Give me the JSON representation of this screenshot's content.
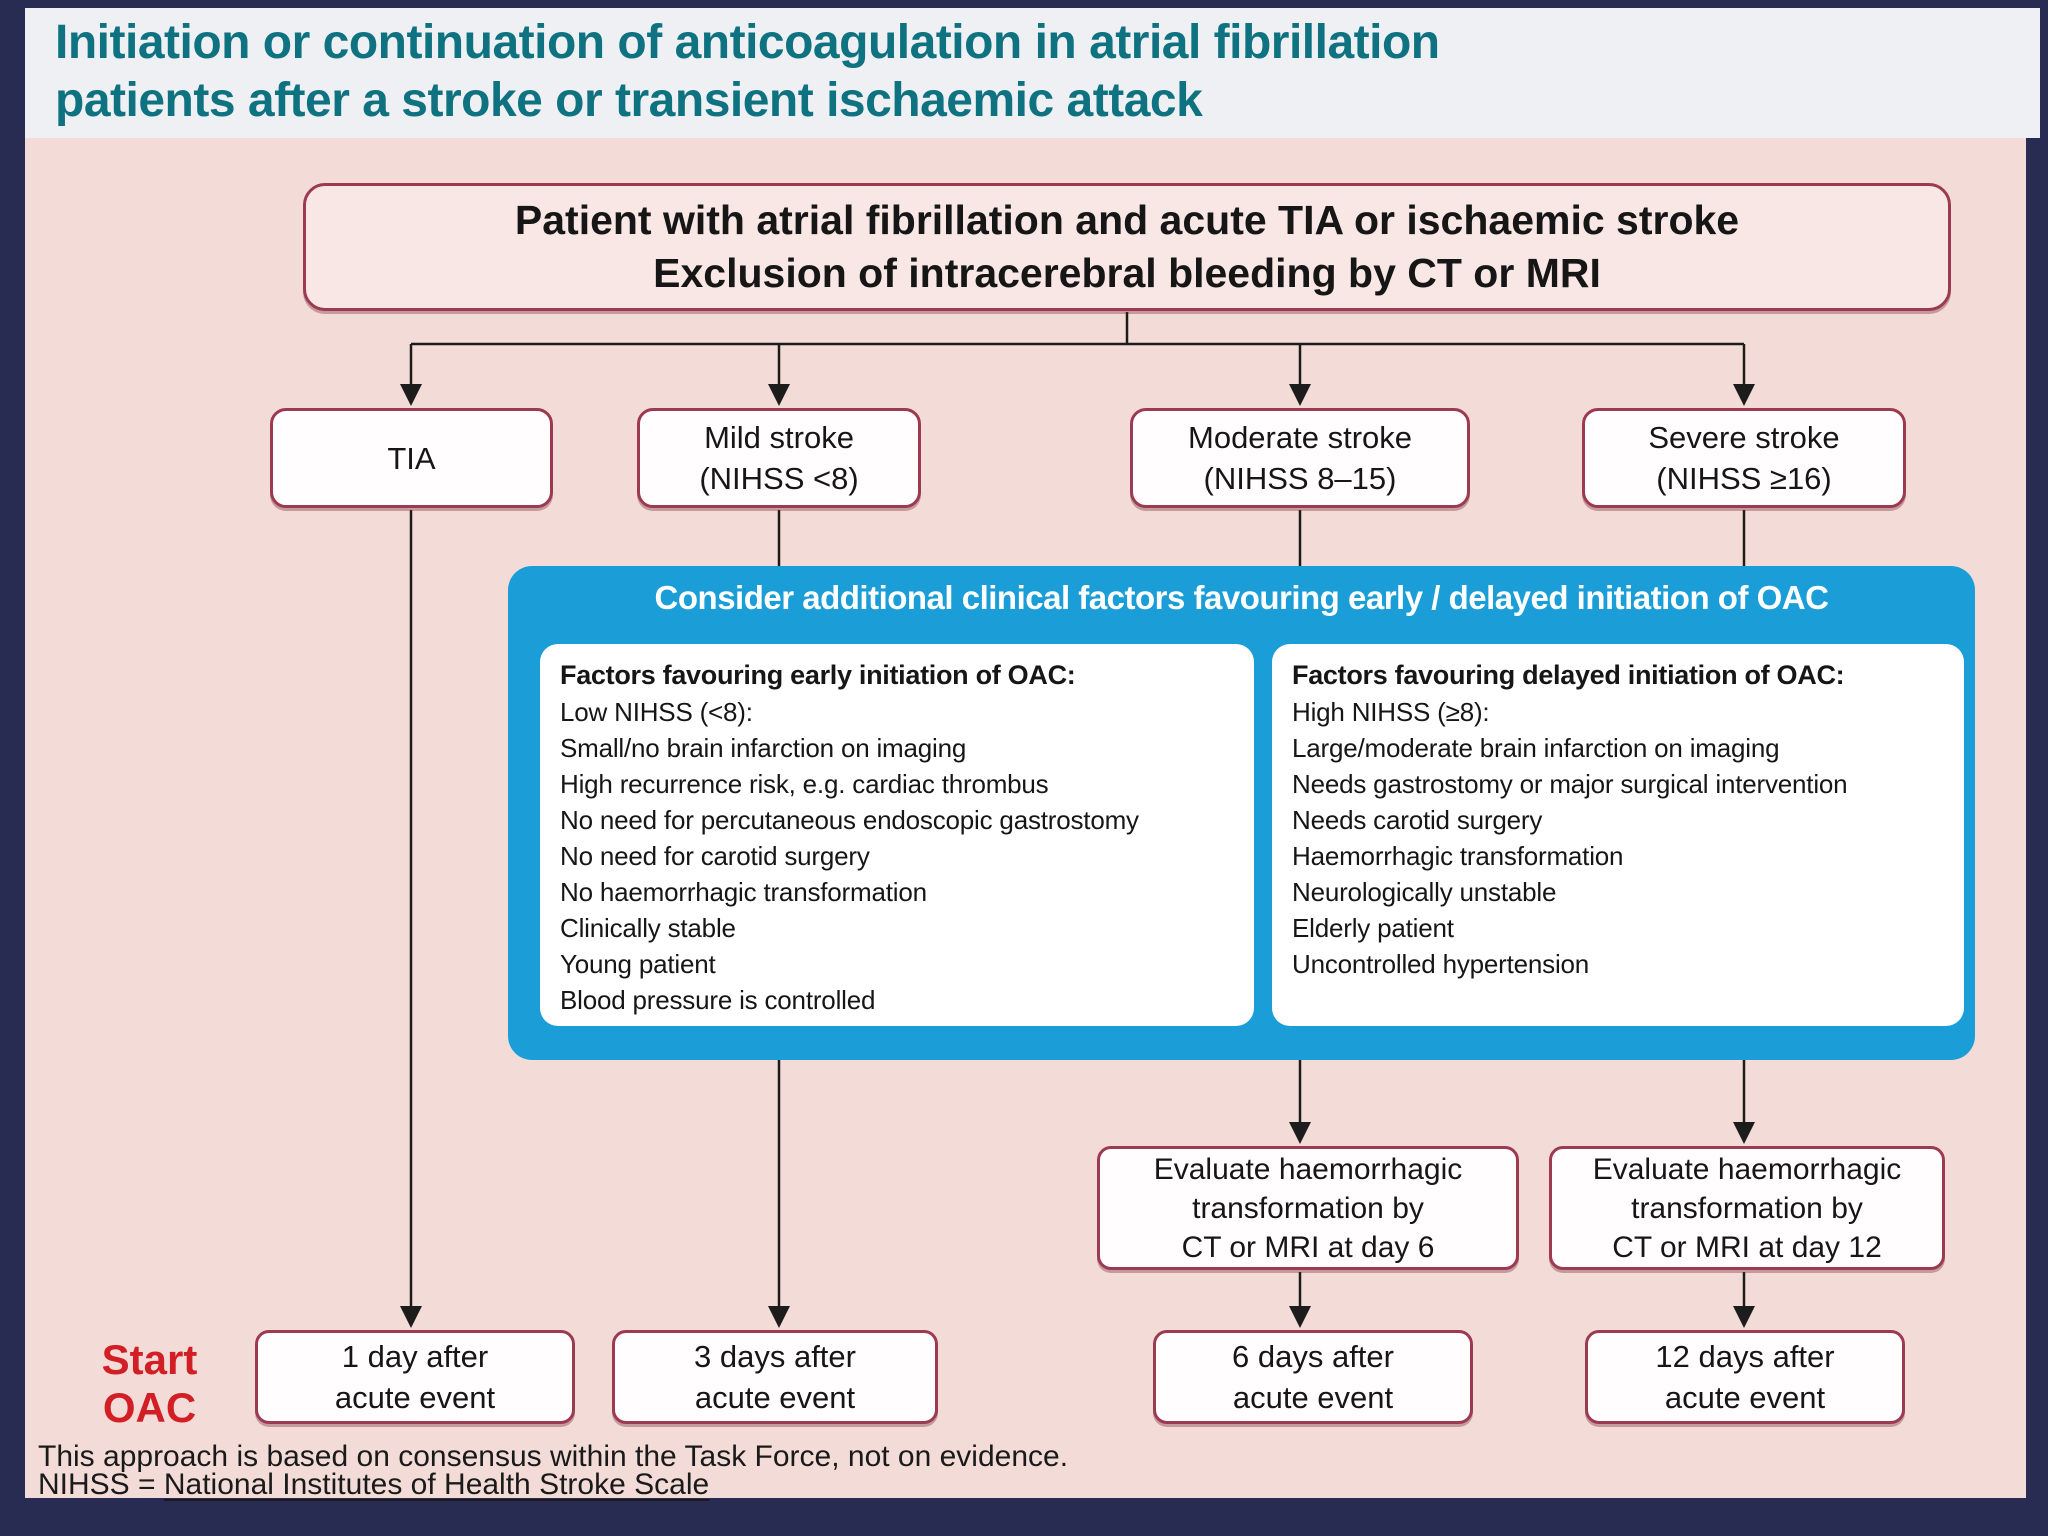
{
  "title": {
    "line1": "Initiation or continuation of anticoagulation in atrial fibrillation",
    "line2": "patients after a stroke or transient ischaemic attack"
  },
  "colors": {
    "slide_background_navy": "#282c53",
    "title_teal": "#0f7280",
    "title_bar_background": "#eef0f4",
    "canvas_pink": "#f3dcd8",
    "box_border_maroon": "#9b3a50",
    "consider_panel_blue": "#1b9ed8",
    "start_oac_red": "#d21f26"
  },
  "flow": {
    "root": {
      "line1": "Patient with atrial fibrillation and acute TIA or ischaemic stroke",
      "line2": "Exclusion of intracerebral bleeding by CT or MRI"
    },
    "branches": {
      "tia": {
        "line1": "TIA"
      },
      "mild": {
        "line1": "Mild stroke",
        "line2": "(NIHSS <8)"
      },
      "moderate": {
        "line1": "Moderate stroke",
        "line2": "(NIHSS 8–15)"
      },
      "severe": {
        "line1": "Severe stroke",
        "line2": "(NIHSS ≥16)"
      }
    },
    "consider": {
      "header": "Consider additional clinical factors favouring early / delayed initiation of OAC",
      "early": {
        "title": "Factors favouring early initiation of OAC:",
        "items": [
          "Low NIHSS (<8):",
          "Small/no brain infarction on imaging",
          "High recurrence risk, e.g. cardiac thrombus",
          "No need for percutaneous endoscopic gastrostomy",
          "No need for carotid surgery",
          "No haemorrhagic transformation",
          "Clinically stable",
          "Young patient",
          "Blood pressure is controlled"
        ]
      },
      "delayed": {
        "title": "Factors favouring delayed initiation of OAC:",
        "items": [
          "High NIHSS (≥8):",
          "Large/moderate brain infarction on imaging",
          "Needs gastrostomy or major surgical intervention",
          "Needs carotid surgery",
          "Haemorrhagic transformation",
          "Neurologically unstable",
          "Elderly patient",
          "Uncontrolled hypertension"
        ]
      }
    },
    "evaluate": {
      "day6": {
        "line1": "Evaluate haemorrhagic",
        "line2": "transformation by",
        "line3": "CT or MRI at day 6"
      },
      "day12": {
        "line1": "Evaluate haemorrhagic",
        "line2": "transformation by",
        "line3": "CT or MRI at day 12"
      }
    },
    "start_oac": {
      "line1": "Start",
      "line2": "OAC"
    },
    "outcomes": {
      "d1": {
        "line1": "1 day after",
        "line2": "acute event"
      },
      "d3": {
        "line1": "3 days after",
        "line2": "acute event"
      },
      "d6": {
        "line1": "6 days after",
        "line2": "acute event"
      },
      "d12": {
        "line1": "12 days after",
        "line2": "acute event"
      }
    },
    "footnote1": "This approach is based on consensus within the Task Force, not on evidence.",
    "footnote2_prefix": "NIHSS = ",
    "footnote2_underlined": "National Institutes of Health Stroke Scale"
  }
}
